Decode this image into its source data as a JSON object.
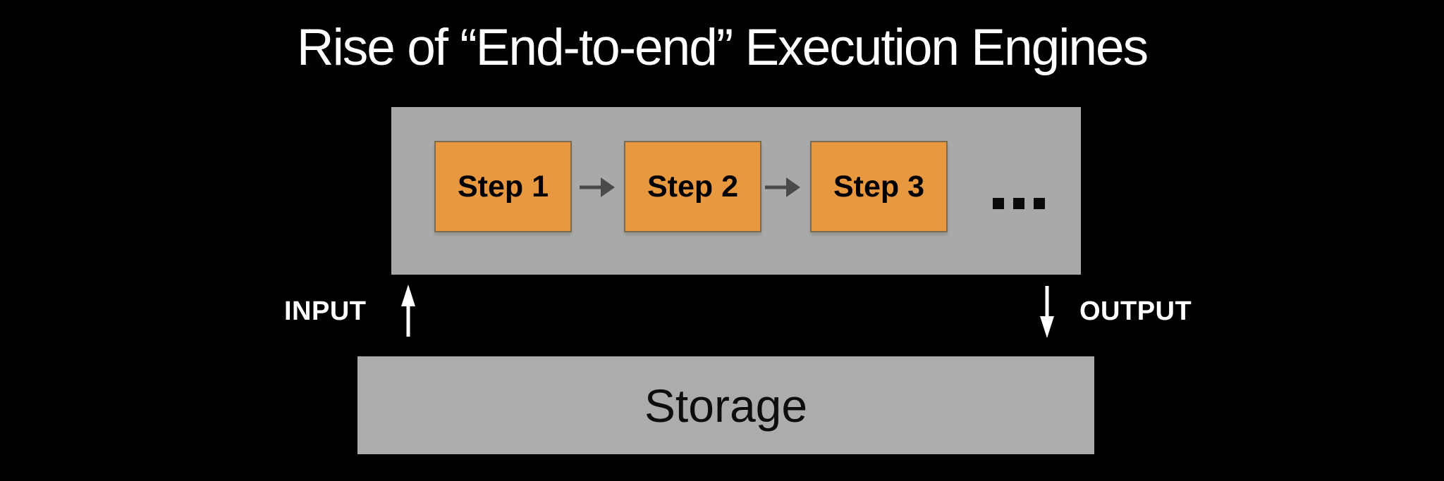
{
  "slide": {
    "title": "Rise of “End-to-end” Execution Engines",
    "pipeline": {
      "steps": [
        {
          "label": "Step 1"
        },
        {
          "label": "Step 2"
        },
        {
          "label": "Step 3"
        }
      ],
      "continuation": "...",
      "flow_arrow_icon": "right-arrow-icon"
    },
    "io": {
      "input_label": "INPUT",
      "input_arrow_icon": "up-arrow-icon",
      "output_label": "OUTPUT",
      "output_arrow_icon": "down-arrow-icon"
    },
    "storage": {
      "label": "Storage"
    },
    "colors": {
      "background": "#000000",
      "panel_gray": "#A9A9A9",
      "storage_gray": "#ACACAC",
      "step_orange": "#E8993F",
      "step_border": "#7A6A50",
      "flow_arrow_dark_gray": "#4A4A4A",
      "io_arrow_white": "#FFFFFF",
      "title_text": "#FFFFFF",
      "step_text": "#000000"
    }
  }
}
